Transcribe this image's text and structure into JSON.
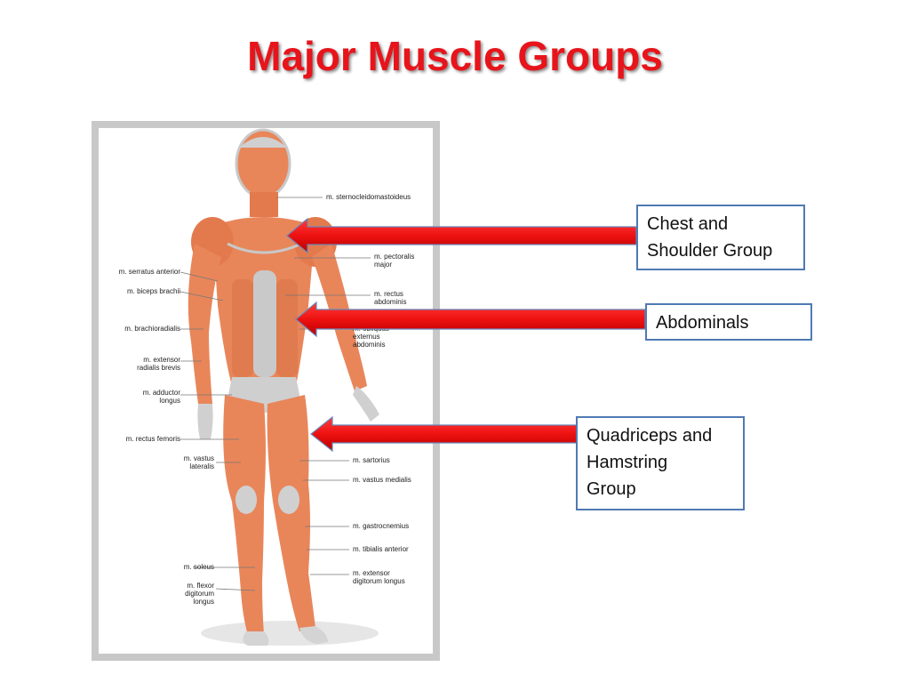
{
  "title": "Major Muscle Groups",
  "figure": {
    "left_labels": [
      "m. serratus anterior",
      "m. biceps brachii",
      "m. brachioradialis",
      "m. extensor\nradialis brevis",
      "m. adductor\nlongus",
      "m. rectus femoris",
      "m. vastus\nlateralis",
      "m. soleus",
      "m. flexor\ndigitorum\nlongus"
    ],
    "right_labels": [
      "m. sternocleidomastoideus",
      "m. pectoralis\nmajor",
      "m. rectus\nabdominis",
      "m. obliquus\nexternus\nabdominis",
      "m. sartorius",
      "m. vastus medialis",
      "m. gastrocnemius",
      "m. tibialis anterior",
      "m. extensor\ndigitorum longus"
    ]
  },
  "callouts": [
    {
      "label": "Chest and\nShoulder Group"
    },
    {
      "label": "Abdominals"
    },
    {
      "label": "Quadriceps and\nHamstring\nGroup"
    }
  ],
  "colors": {
    "title": "#e8141b",
    "arrow": "#ee1111",
    "callout_border": "#4f7ab3",
    "muscle": "#e8865a"
  }
}
